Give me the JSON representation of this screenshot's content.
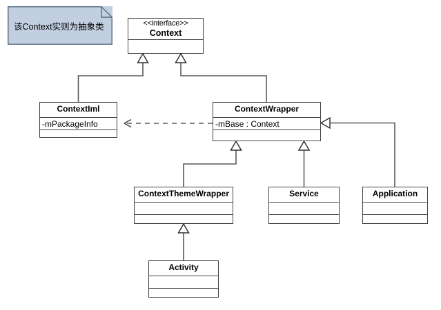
{
  "diagram": {
    "title": "Android Context class hierarchy",
    "type": "uml-class-diagram",
    "colors": {
      "note_fill": "#c2cfe0",
      "note_border": "#5a6b80",
      "class_border": "#404040",
      "class_fill": "#ffffff",
      "connector": "#595959",
      "dashed_connector": "#595959"
    }
  },
  "note": {
    "text": "该Context实则为抽象类"
  },
  "classes": {
    "context": {
      "stereotype": "<<interface>>",
      "name": "Context",
      "attributes": "",
      "operations": ""
    },
    "context_iml": {
      "name": "ContextIml",
      "attributes": "-mPackageInfo",
      "operations": ""
    },
    "context_wrapper": {
      "name": "ContextWrapper",
      "attributes": "-mBase : Context",
      "operations": ""
    },
    "context_theme_wrapper": {
      "name": "ContextThemeWrapper",
      "attributes": "",
      "operations": ""
    },
    "service": {
      "name": "Service",
      "attributes": "",
      "operations": ""
    },
    "application": {
      "name": "Application",
      "attributes": "",
      "operations": ""
    },
    "activity": {
      "name": "Activity",
      "attributes": "",
      "operations": ""
    }
  },
  "relations": [
    {
      "kind": "generalization",
      "from": "ContextIml",
      "to": "Context"
    },
    {
      "kind": "generalization",
      "from": "ContextWrapper",
      "to": "Context"
    },
    {
      "kind": "realization",
      "from": "ContextWrapper",
      "to": "ContextIml"
    },
    {
      "kind": "generalization",
      "from": "ContextThemeWrapper",
      "to": "ContextWrapper"
    },
    {
      "kind": "generalization",
      "from": "Service",
      "to": "ContextWrapper"
    },
    {
      "kind": "generalization",
      "from": "Application",
      "to": "ContextWrapper"
    },
    {
      "kind": "generalization",
      "from": "Activity",
      "to": "ContextThemeWrapper"
    }
  ]
}
